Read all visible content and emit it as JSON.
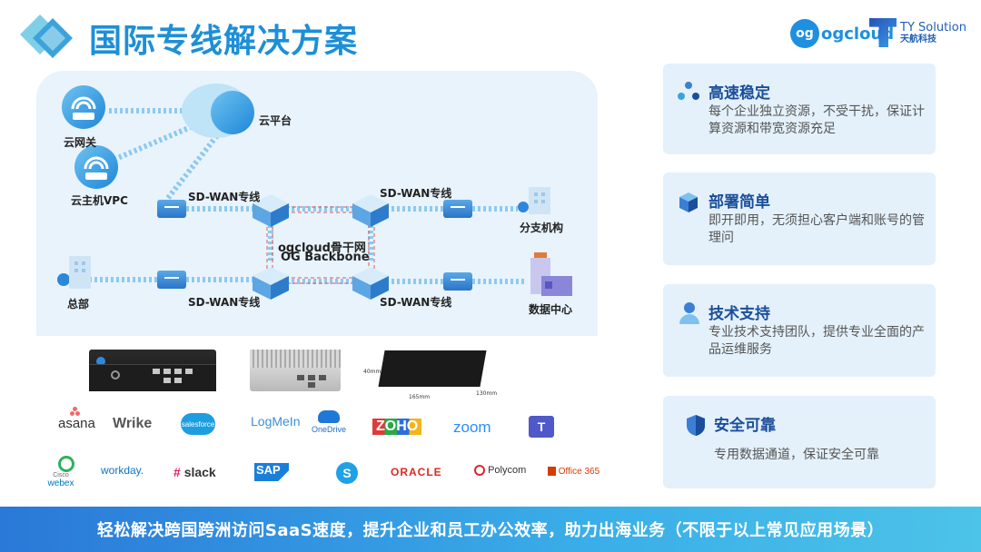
{
  "header": {
    "title": "国际专线解决方案",
    "brand_og": "ogcloud",
    "brand_og_mark": "og",
    "brand_ty": "TY Solution",
    "brand_ty_cn": "天航科技"
  },
  "diagram": {
    "labels": {
      "cloud_gateway": "云网关",
      "cloud_vpc": "云主机VPC",
      "cloud_platform": "云平台",
      "sdwan_top_left": "SD-WAN专线",
      "sdwan_top_right": "SD-WAN专线",
      "sdwan_bottom_left": "SD-WAN专线",
      "sdwan_bottom_right": "SD-WAN专线",
      "backbone_cn": "ogcloud骨干网",
      "backbone_en": "OG Backbone",
      "branch": "分支机构",
      "hq": "总部",
      "datacenter": "数据中心"
    }
  },
  "devices": {
    "dev3_dims": [
      "40mm",
      "165mm",
      "130mm"
    ]
  },
  "apps": {
    "row1": [
      "asana",
      "Wrike",
      "salesforce",
      "LogMeIn",
      "OneDrive",
      "ZOHO",
      "zoom",
      "T"
    ],
    "row2": [
      "Cisco",
      "webex",
      "workday.",
      "slack",
      "SAP",
      "ORACLE",
      "Polycom",
      "Office 365"
    ]
  },
  "features": [
    {
      "title": "高速稳定",
      "desc": "每个企业独立资源，不受干扰，保证计算资源和带宽资源充足"
    },
    {
      "title": "部署简单",
      "desc": "即开即用，无须担心客户端和账号的管理问"
    },
    {
      "title": "技术支持",
      "desc": "专业技术支持团队，提供专业全面的产品运维服务"
    },
    {
      "title": "安全可靠",
      "desc": "专用数据通道，保证安全可靠"
    }
  ],
  "footer": {
    "text": "轻松解决跨国跨洲访问SaaS速度，提升企业和员工办公效率，助力出海业务（不限于以上常见应用场景）"
  },
  "colors": {
    "title": "#1d8fd8",
    "feature_bg": "#e4f1fb",
    "feature_title": "#1a4e9a",
    "footer_start": "#2a78d8",
    "footer_end": "#4cc3e8",
    "diagram_bg": "#e8f3fc"
  }
}
